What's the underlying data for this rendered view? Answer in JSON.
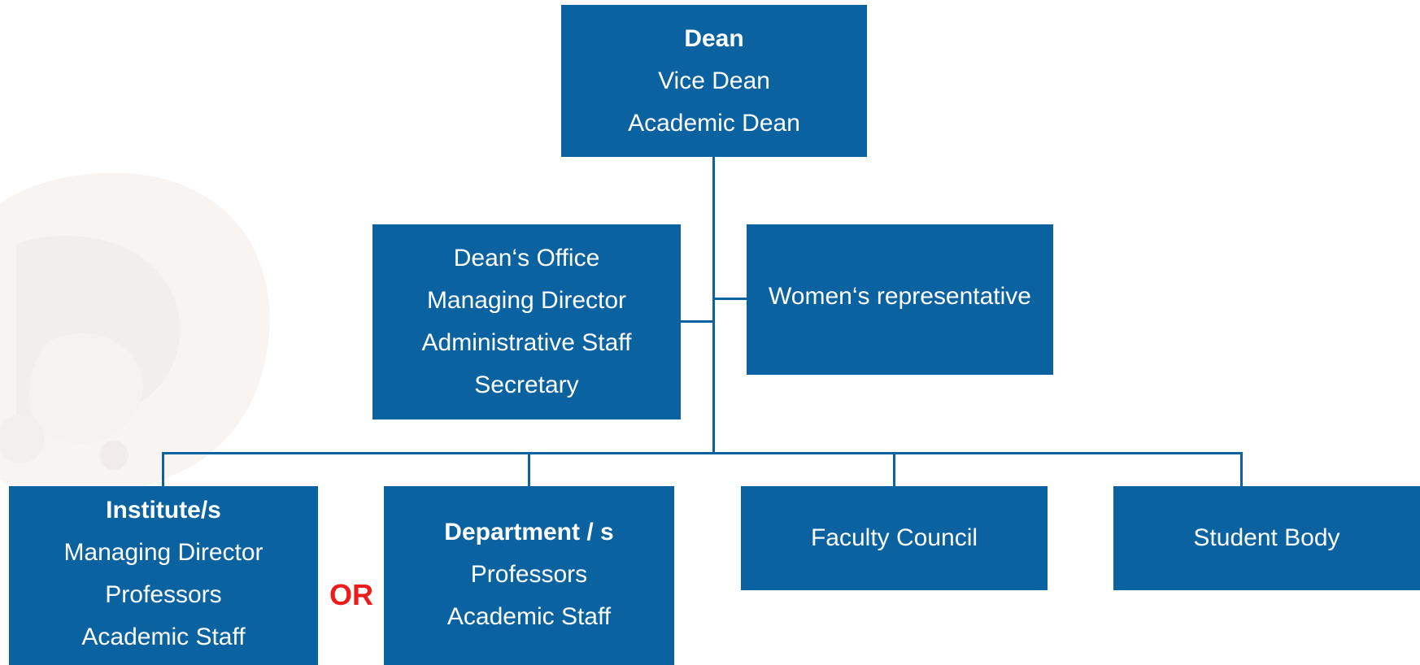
{
  "colors": {
    "box_fill": "#0a62a0",
    "connector": "#0a62a0",
    "or_text": "#ee1b1b",
    "watermark": "#f6f3f1"
  },
  "boxes": {
    "dean": {
      "title": "Dean",
      "lines": [
        "Vice Dean",
        "Academic Dean"
      ]
    },
    "deans_office": {
      "lines": [
        "Dean‘s Office",
        "Managing Director",
        "Administrative Staff",
        "Secretary"
      ]
    },
    "womens_rep": {
      "lines": [
        "Women‘s representative"
      ]
    },
    "institutes": {
      "title": "Institute/s",
      "lines": [
        "Managing Director",
        "Professors",
        "Academic Staff"
      ]
    },
    "departments": {
      "title": "Department / s",
      "lines": [
        "Professors",
        "Academic Staff"
      ]
    },
    "faculty_council": {
      "lines": [
        "Faculty Council"
      ]
    },
    "student_body": {
      "lines": [
        "Student Body"
      ]
    }
  },
  "or_label": "OR"
}
